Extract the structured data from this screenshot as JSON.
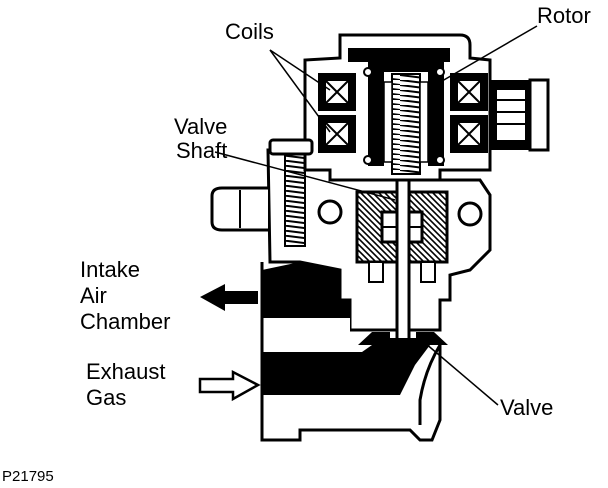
{
  "labels": {
    "coils": "Coils",
    "rotor": "Rotor",
    "valve_shaft_line1": "Valve",
    "valve_shaft_line2": "Shaft",
    "intake_line1": "Intake",
    "intake_line2": "Air",
    "intake_line3": "Chamber",
    "exhaust_line1": "Exhaust",
    "exhaust_line2": "Gas",
    "valve": "Valve"
  },
  "figure_code": "P21795",
  "colors": {
    "ink": "#000000",
    "paper": "#ffffff"
  }
}
